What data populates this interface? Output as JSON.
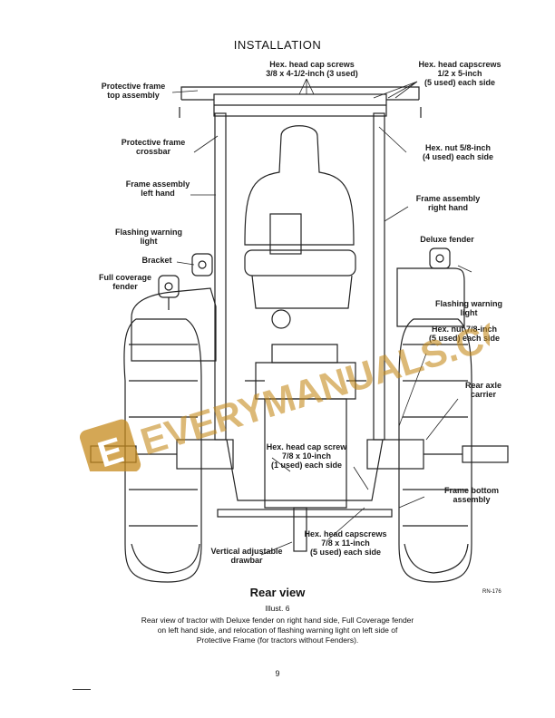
{
  "page": {
    "heading": "INSTALLATION",
    "view_title": "Rear view",
    "drawing_code": "RN-176",
    "illustration_number": "Illust. 6",
    "caption": "Rear view of tractor with Deluxe fender on right hand side, Full Coverage fender\non left hand side, and relocation of flashing warning light on left side of\nProtective Frame  (for tractors without Fenders).",
    "page_number": "9"
  },
  "labels": {
    "top_screws": "Hex. head cap screws\n3/8 x 4-1/2-inch (3 used)",
    "top_right_screws": "Hex. head capscrews\n1/2 x 5-inch\n(5 used) each side",
    "frame_top": "Protective frame\ntop assembly",
    "frame_crossbar": "Protective frame\ncrossbar",
    "hex_nut_58": "Hex. nut 5/8-inch\n(4 used) each side",
    "frame_left": "Frame assembly\nleft hand",
    "frame_right": "Frame assembly\nright hand",
    "flashing_light_left": "Flashing warning\nlight",
    "bracket": "Bracket",
    "deluxe_fender": "Deluxe fender",
    "full_coverage_fender": "Full coverage\nfender",
    "flashing_light_right": "Flashing warning\nlight",
    "hex_nut_78": "Hex. nut 7/8-inch\n(5 used) each side",
    "rear_axle_carrier": "Rear axle\ncarrier",
    "center_screw": "Hex. head cap screw\n7/8 x 10-inch\n(1 used) each side",
    "frame_bottom": "Frame bottom\nassembly",
    "drawbar": "Vertical adjustable\ndrawbar",
    "bottom_screws": "Hex. head capscrews\n7/8 x 11-inch\n(5 used) each side"
  },
  "watermark": {
    "text": "EVERYMANUALS.COM",
    "letter": "E",
    "color": "#c58a1c"
  }
}
